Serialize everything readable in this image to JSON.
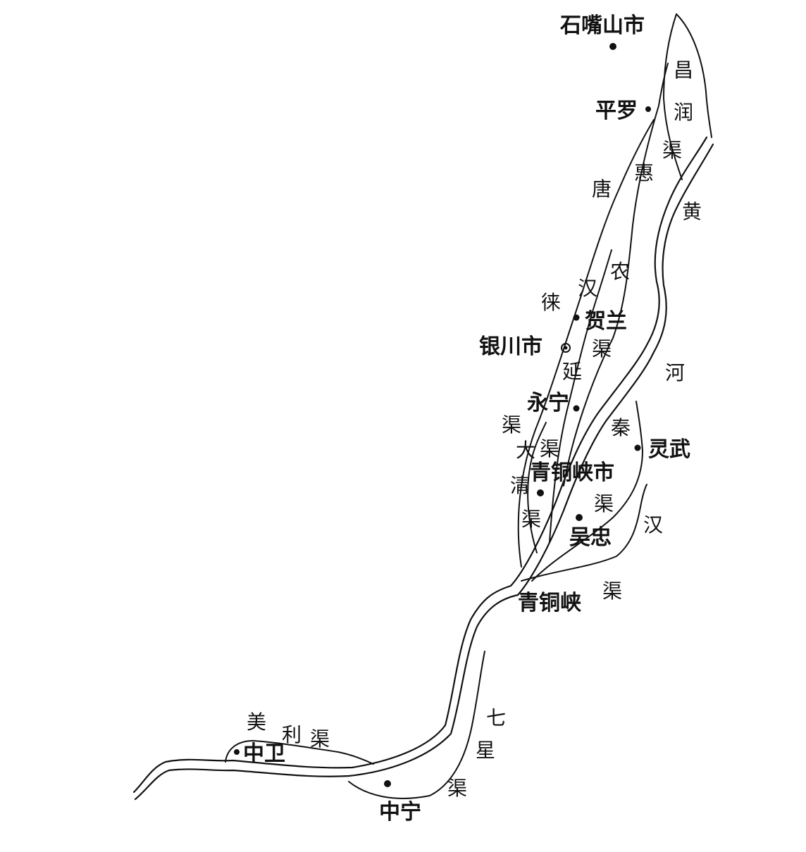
{
  "cities": [
    {
      "id": "shizuishan",
      "name": "石嘴山市"
    },
    {
      "id": "pingluo",
      "name": "平罗"
    },
    {
      "id": "helan",
      "name": "贺兰"
    },
    {
      "id": "yinchuan",
      "name": "银川市"
    },
    {
      "id": "yongning",
      "name": "永宁"
    },
    {
      "id": "lingwu",
      "name": "灵武"
    },
    {
      "id": "qingtongxia-city",
      "name": "青铜峡市"
    },
    {
      "id": "wuzhong",
      "name": "吴忠"
    },
    {
      "id": "qingtongxia",
      "name": "青铜峡"
    },
    {
      "id": "zhongwei",
      "name": "中卫"
    },
    {
      "id": "zhongning",
      "name": "中宁"
    }
  ],
  "canals": [
    {
      "id": "changrun",
      "chars": [
        "昌",
        "润",
        "渠"
      ]
    },
    {
      "id": "huinong",
      "chars": [
        "惠",
        "农",
        "渠"
      ]
    },
    {
      "id": "tanglai",
      "chars": [
        "唐",
        "徕",
        "渠"
      ]
    },
    {
      "id": "hanyan",
      "chars": [
        "汉",
        "延",
        "渠"
      ]
    },
    {
      "id": "daqing",
      "chars": [
        "大",
        "清",
        "渠"
      ]
    },
    {
      "id": "qin",
      "chars": [
        "秦",
        "渠"
      ]
    },
    {
      "id": "han",
      "chars": [
        "汉",
        "渠"
      ]
    },
    {
      "id": "qixing",
      "chars": [
        "七",
        "星",
        "渠"
      ]
    },
    {
      "id": "meili",
      "chars": [
        "美",
        "利",
        "渠"
      ]
    }
  ],
  "river": {
    "chars": [
      "黄",
      "河"
    ]
  },
  "colors": {
    "ink": "#111111",
    "background": "#ffffff"
  }
}
